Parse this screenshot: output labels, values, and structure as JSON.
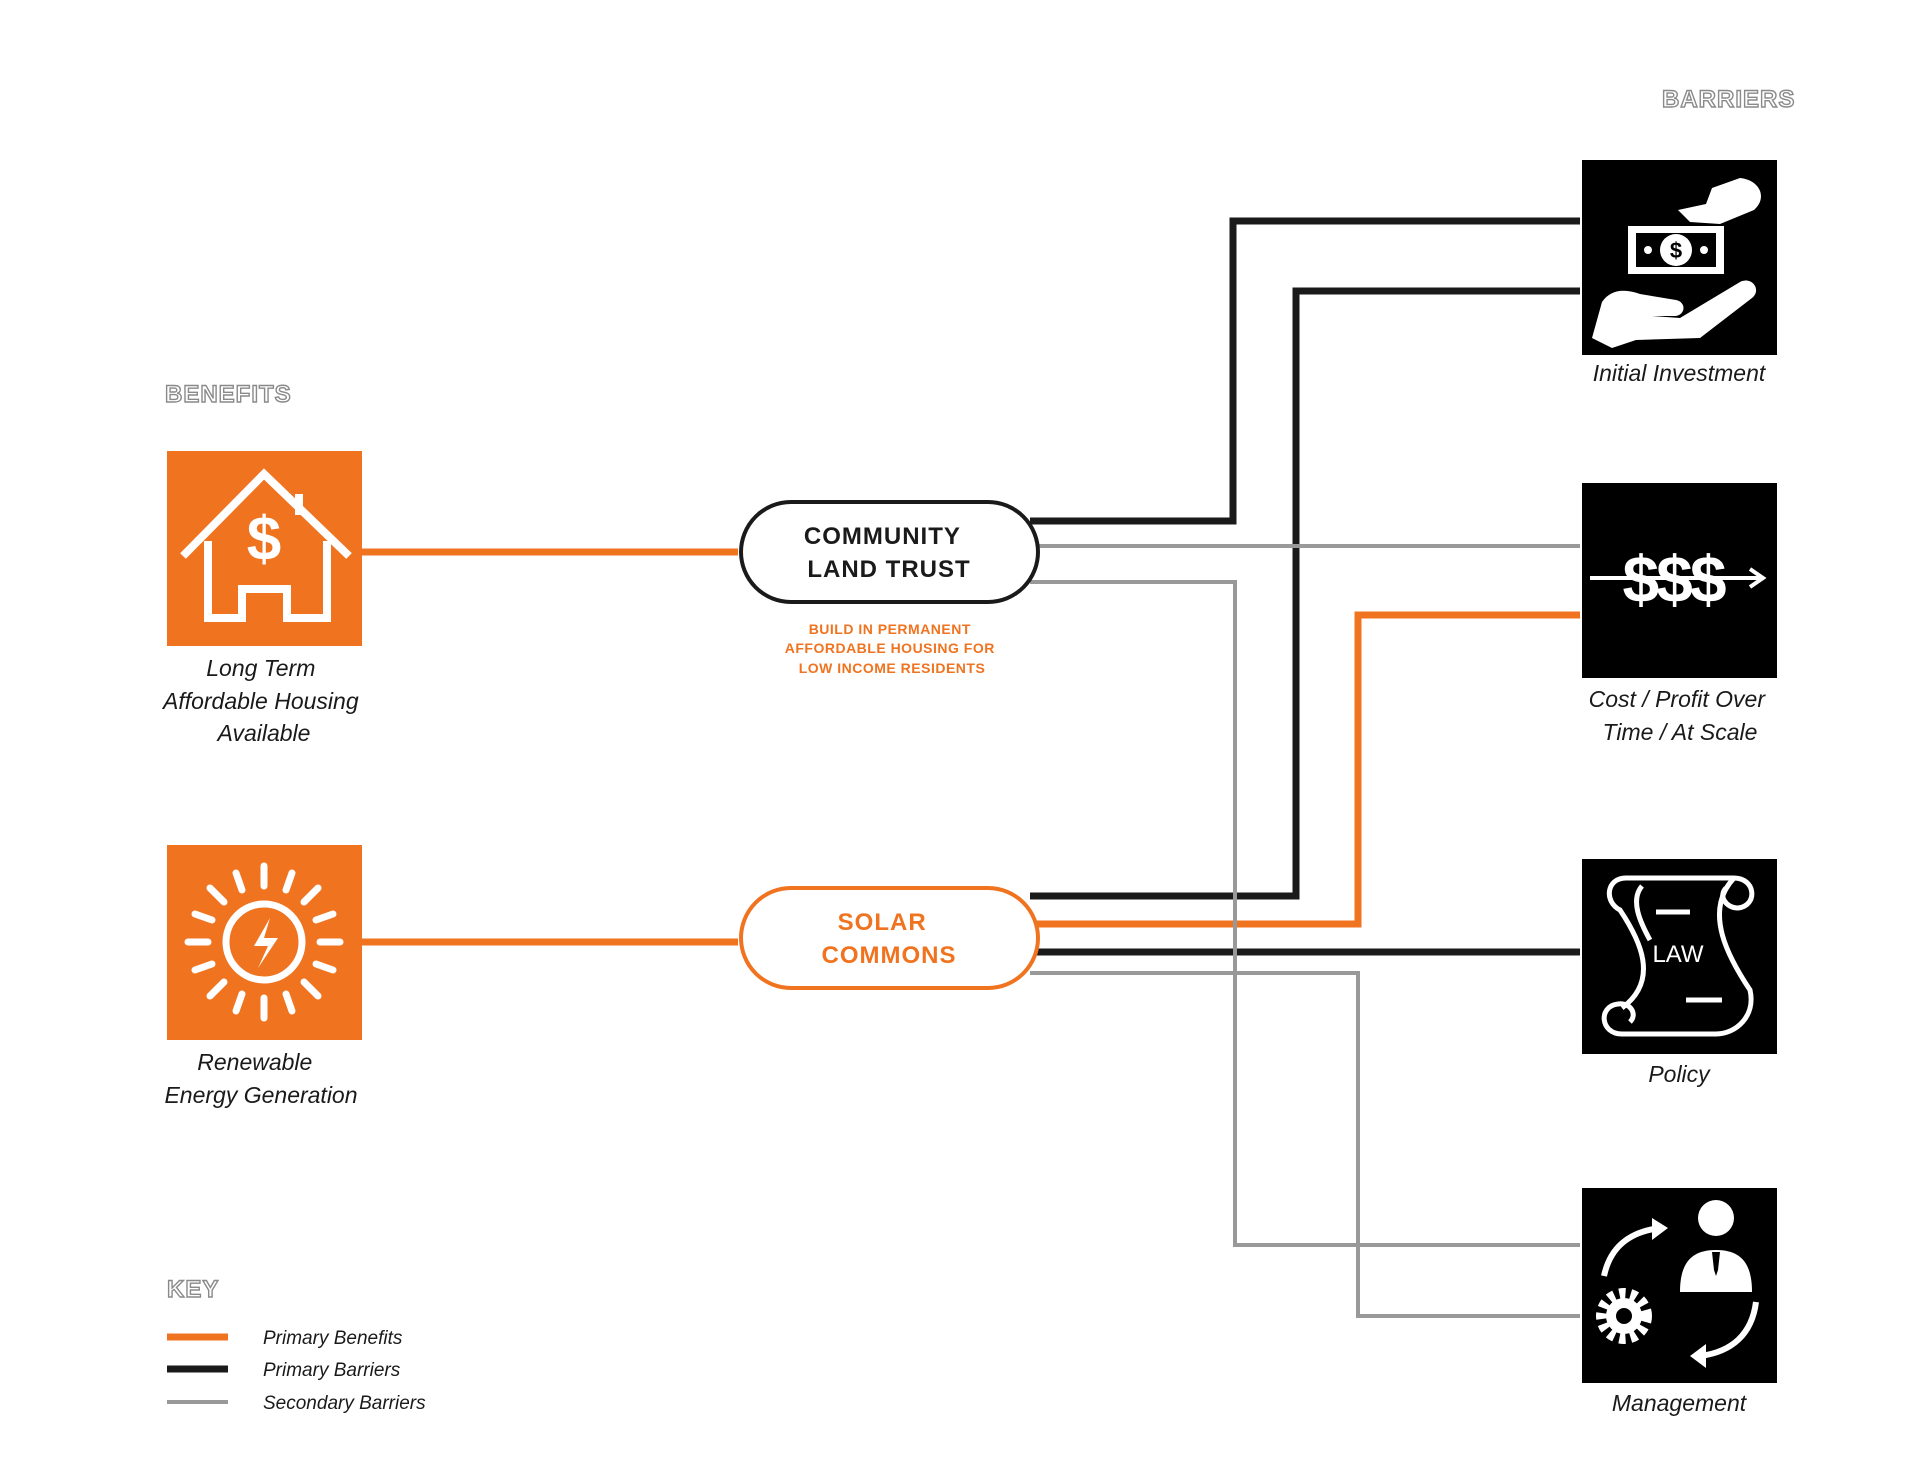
{
  "colors": {
    "primary_benefit": "#f07320",
    "primary_barrier": "#1a1a1a",
    "secondary_barrier": "#999999",
    "barrier_tile": "#000000",
    "benefit_tile": "#f07320"
  },
  "sections": {
    "benefits_title": "BENEFITS",
    "barriers_title": "BARRIERS",
    "key_title": "KEY"
  },
  "benefits": [
    {
      "icon": "house-dollar-icon",
      "lines": [
        "Long Term",
        "Affordable Housing",
        "Available"
      ]
    },
    {
      "icon": "sun-bolt-icon",
      "lines": [
        "Renewable",
        "Energy Generation"
      ]
    }
  ],
  "hubs": [
    {
      "lines": [
        "COMMUNITY",
        "LAND TRUST"
      ],
      "note": [
        "BUILD IN PERMANENT",
        "AFFORDABLE HOUSING FOR",
        "LOW INCOME RESIDENTS"
      ]
    },
    {
      "lines": [
        "SOLAR",
        "COMMONS"
      ]
    }
  ],
  "barriers": [
    {
      "icon": "money-hands-icon",
      "lines": [
        "Initial Investment"
      ]
    },
    {
      "icon": "dollar-arrow-icon",
      "lines": [
        "Cost / Profit Over",
        "Time / At Scale"
      ],
      "icon_text": "$$$"
    },
    {
      "icon": "law-scroll-icon",
      "lines": [
        "Policy"
      ],
      "icon_text": "LAW"
    },
    {
      "icon": "management-cycle-icon",
      "lines": [
        "Management"
      ]
    }
  ],
  "key": [
    {
      "label": "Primary Benefits",
      "type": "primary_benefit"
    },
    {
      "label": "Primary Barriers",
      "type": "primary_barrier"
    },
    {
      "label": "Secondary Barriers",
      "type": "secondary_barrier"
    }
  ]
}
